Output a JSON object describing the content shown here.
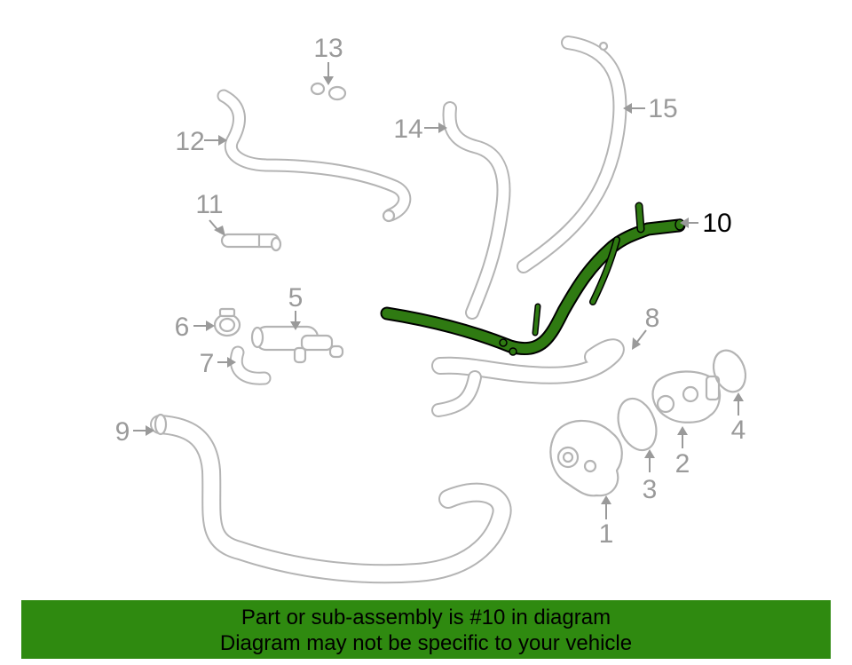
{
  "diagram": {
    "highlight_color": "#2f7a12",
    "callouts": [
      "1",
      "2",
      "3",
      "4",
      "5",
      "6",
      "7",
      "8",
      "9",
      "10",
      "11",
      "12",
      "13",
      "14",
      "15"
    ],
    "highlighted_part": "10"
  },
  "banner": {
    "line1": "Part or sub-assembly is #10 in diagram",
    "line2": "Diagram may not be specific to your vehicle",
    "background": "#2f8a10"
  }
}
